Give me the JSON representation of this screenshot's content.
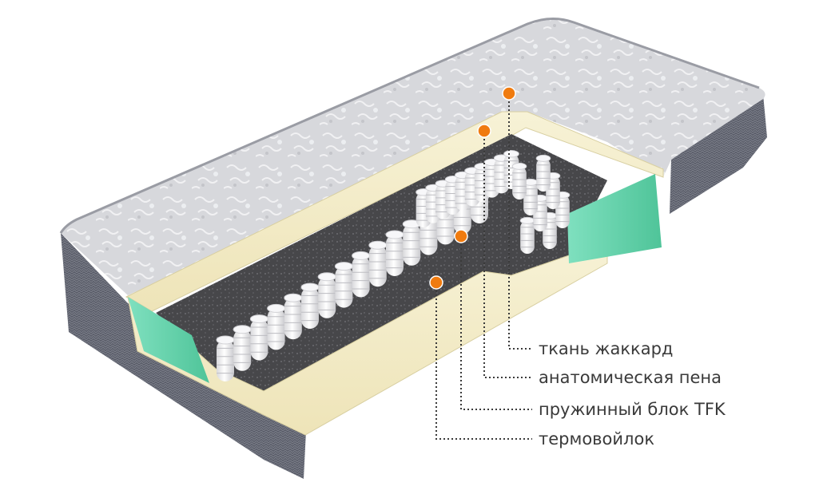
{
  "callouts": [
    {
      "id": "fabric",
      "label": "ткань жаккард"
    },
    {
      "id": "foam",
      "label": "анатомическая пена"
    },
    {
      "id": "springs",
      "label": "пружинный блок TFK"
    },
    {
      "id": "felt",
      "label": "термовойлок"
    }
  ],
  "colors": {
    "marker": "#f07b0f",
    "leader": "#3a3a3a",
    "text": "#3a3a3a",
    "fabric_top": "#d9dadd",
    "fabric_side": "#5c5f6b",
    "foam_layer": "#f3ecc8",
    "felt_layer": "#4a4a4c",
    "edge_foam": "#6fd3b0",
    "spring": "#f4f4f4"
  }
}
